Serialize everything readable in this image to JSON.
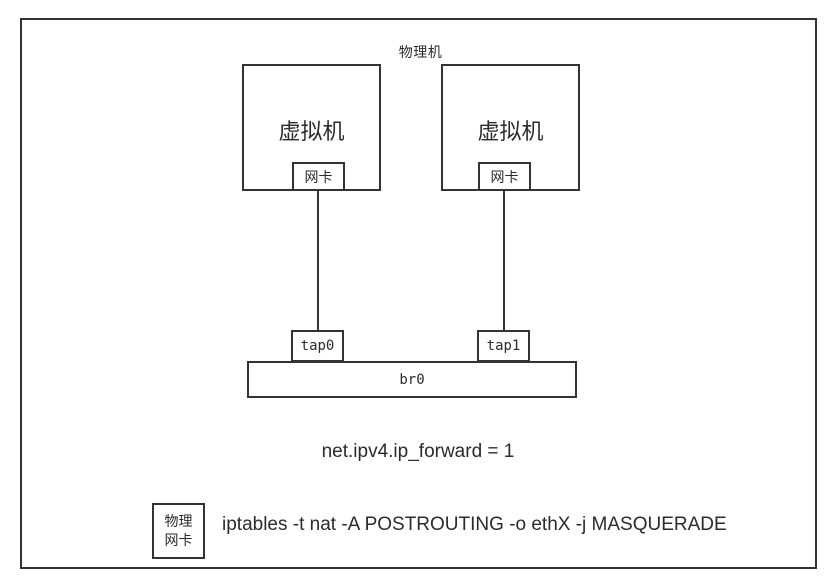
{
  "diagram": {
    "host": {
      "title": "物理机"
    },
    "vms": [
      {
        "label": "虚拟机",
        "nic_label": "网卡",
        "tap_label": "tap0"
      },
      {
        "label": "虚拟机",
        "nic_label": "网卡",
        "tap_label": "tap1"
      }
    ],
    "bridge": {
      "label": "br0"
    },
    "sysctl": {
      "text": "net.ipv4.ip_forward = 1"
    },
    "physical_nic": {
      "line1": "物理",
      "line2": "网卡"
    },
    "iptables": {
      "command": "iptables -t nat -A POSTROUTING -o ethX -j MASQUERADE"
    },
    "colors": {
      "stroke": "#333333",
      "text": "#2b2b2b",
      "background": "#ffffff"
    }
  }
}
